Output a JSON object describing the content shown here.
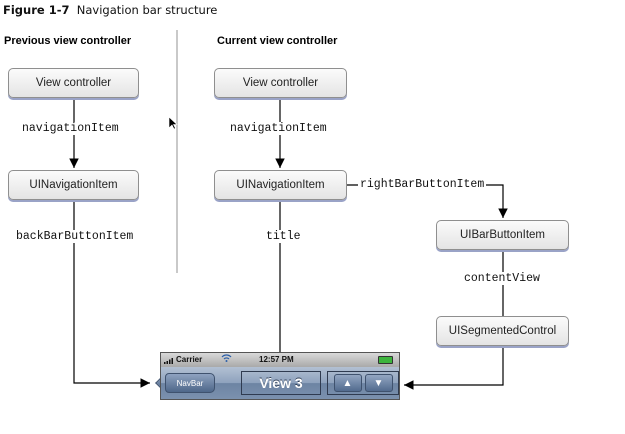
{
  "figure": {
    "label": "Figure 1-7",
    "caption": "Navigation bar structure"
  },
  "columns": {
    "previous": "Previous view controller",
    "current": "Current view controller"
  },
  "previous": {
    "view_controller": "View controller",
    "nav_item_label": "navigationItem",
    "navigation_item": "UINavigationItem",
    "back_label": "backBarButtonItem"
  },
  "current": {
    "view_controller": "View controller",
    "nav_item_label": "navigationItem",
    "navigation_item": "UINavigationItem",
    "right_label": "rightBarButtonItem",
    "title_label": "title",
    "bar_button_item": "UIBarButtonItem",
    "content_view_label": "contentView",
    "segmented_control": "UISegmentedControl"
  },
  "navbar": {
    "carrier": "Carrier",
    "time": "12:57 PM",
    "back_button": "NavBar",
    "title": "View 3",
    "segment_up": "▲",
    "segment_down": "▼"
  },
  "icons": [
    "signal-bars-icon",
    "wifi-icon",
    "battery-icon",
    "pointer-cursor-icon"
  ]
}
